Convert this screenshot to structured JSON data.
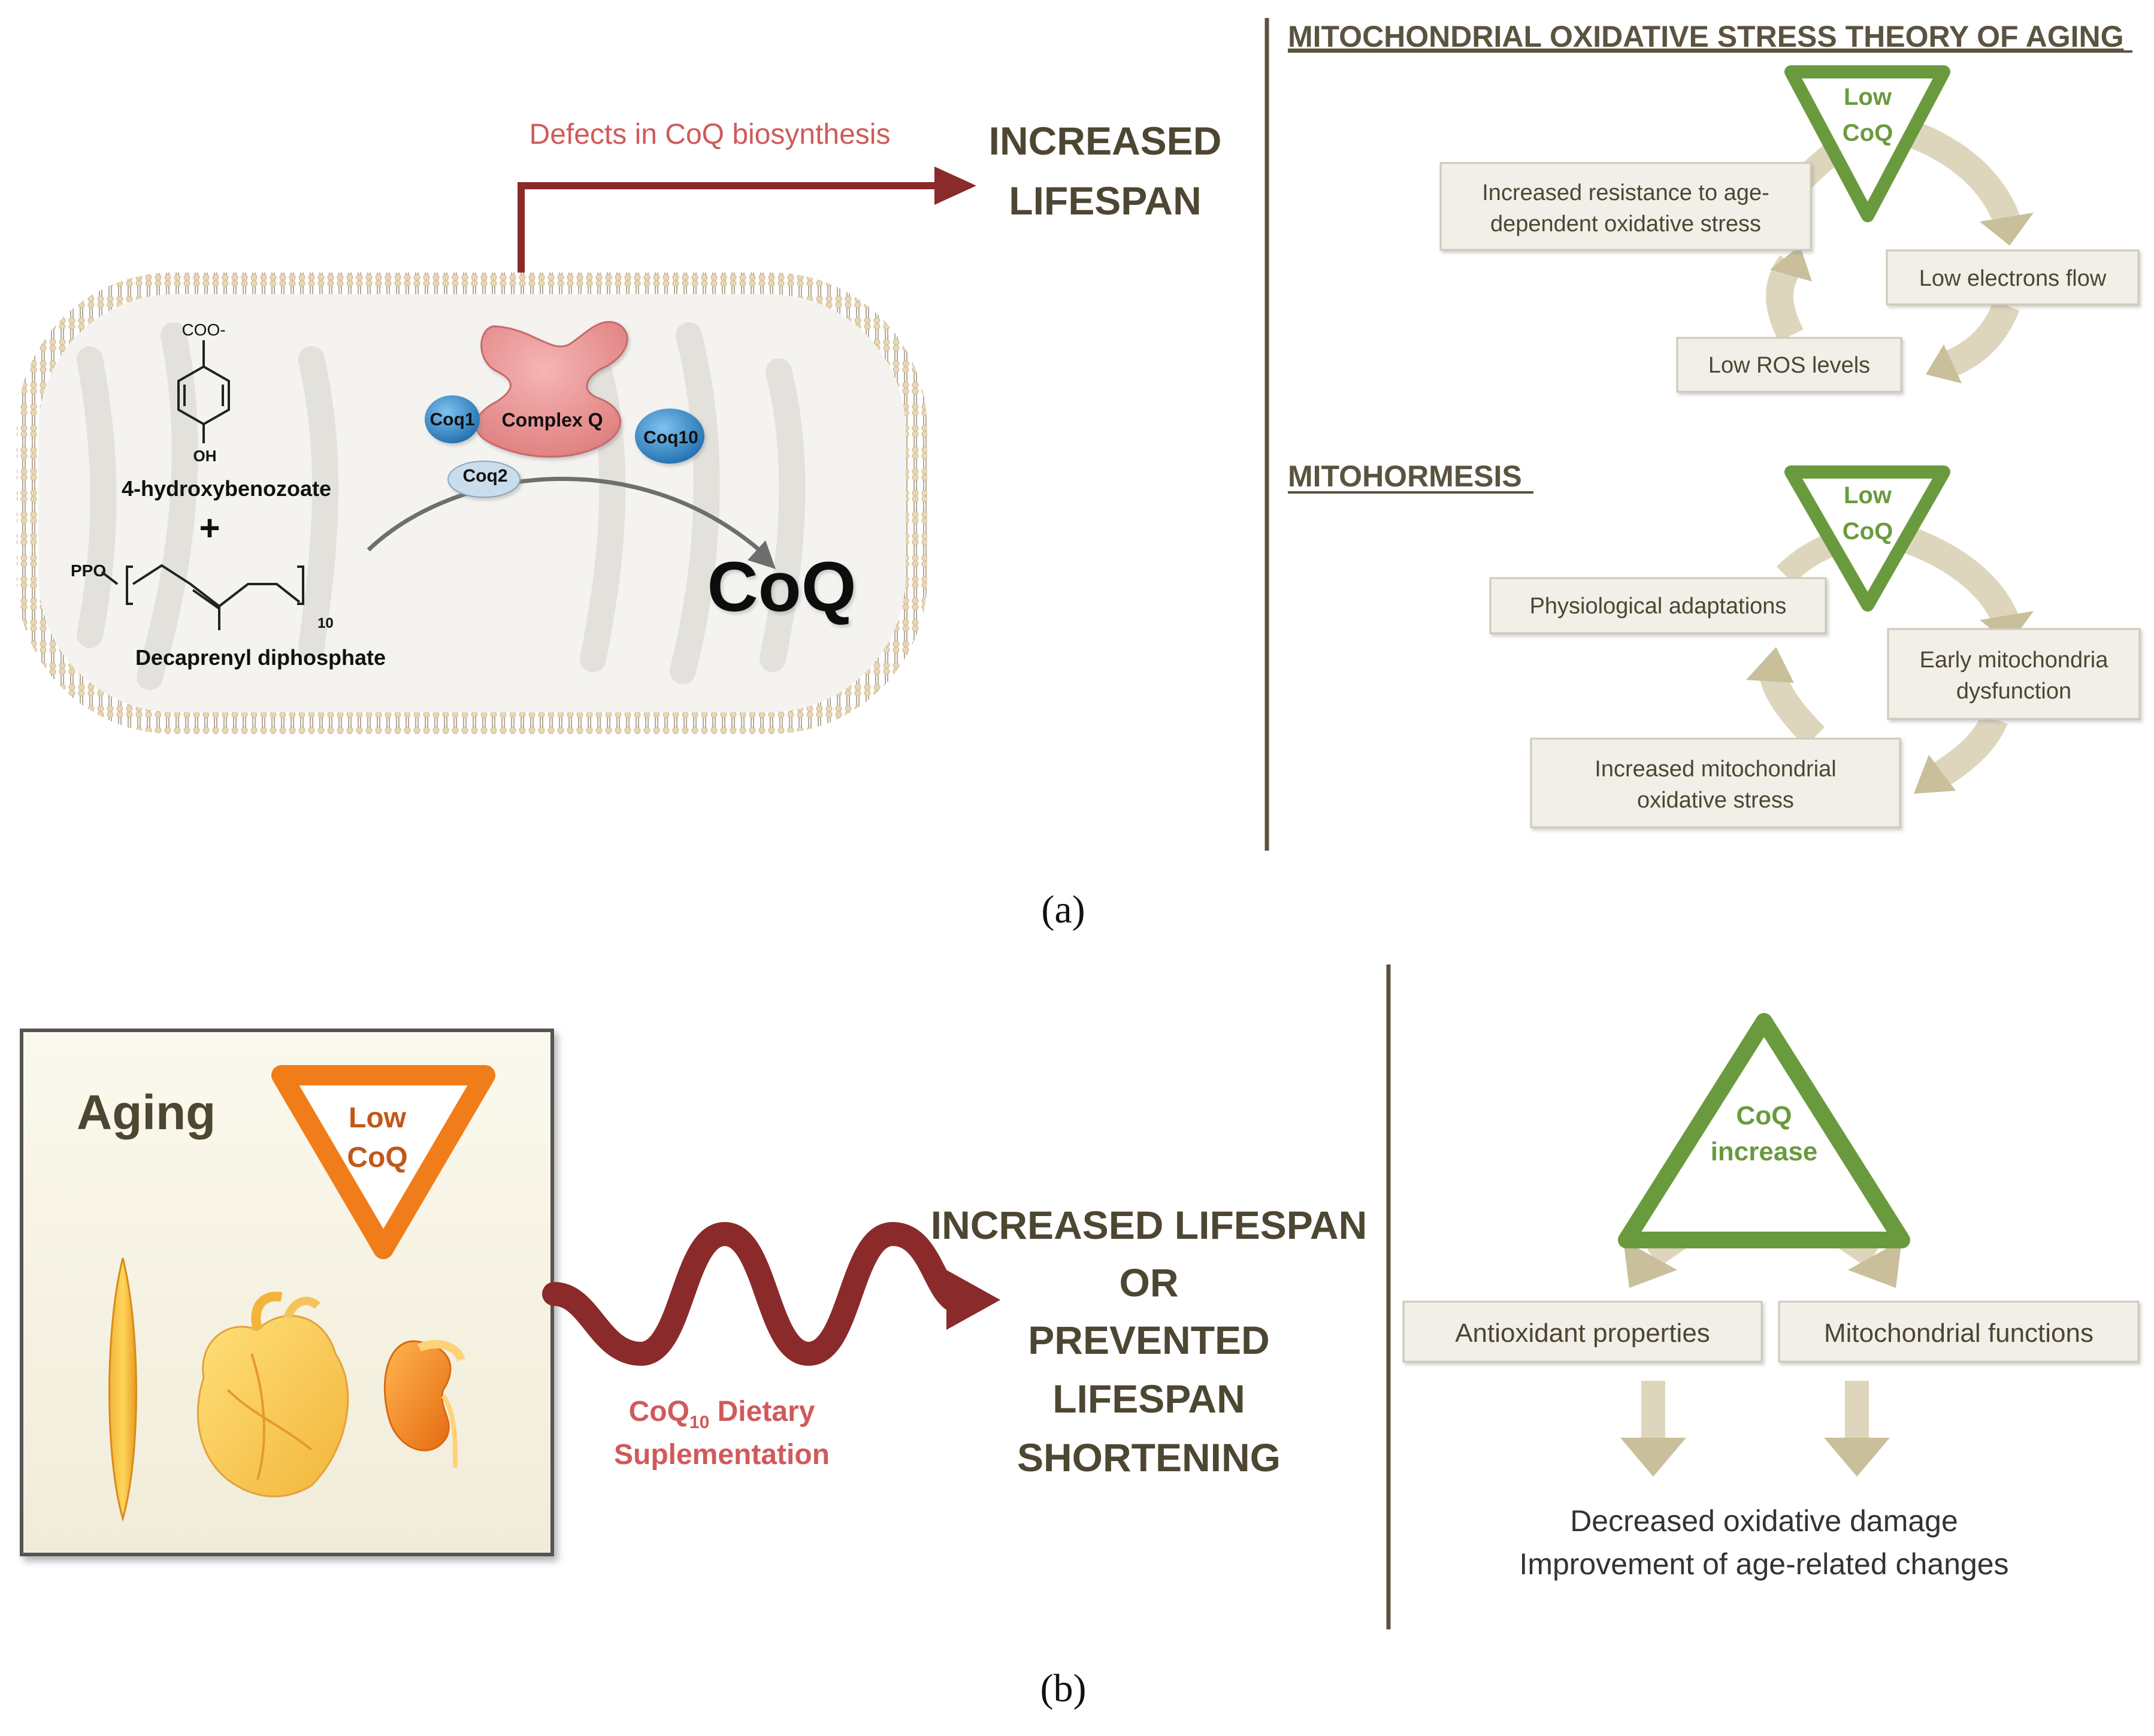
{
  "panel_a": {
    "label": "(a)",
    "defects_label": "Defects in CoQ biosynthesis",
    "outcome_line1": "INCREASED",
    "outcome_line2": "LIFESPAN",
    "cell": {
      "coo_label": "COO-",
      "oh_label": "OH",
      "hb_label": "4-hydroxybenozoate",
      "plus": "+",
      "ppo_label": "PPO",
      "subscript_10": "10",
      "dp_label": "Decaprenyl diphosphate",
      "complex_q_label": "Complex Q",
      "coq1_label": "Coq1",
      "coq2_label": "Coq2",
      "coq10_label": "Coq10",
      "coq_product": "CoQ"
    },
    "theory": {
      "heading": "MITOCHONDRIAL OXIDATIVE STRESS THEORY OF AGING",
      "triangle_line1": "Low",
      "triangle_line2": "CoQ",
      "box1_line1": "Increased resistance to age-",
      "box1_line2": "dependent oxidative stress",
      "box2": "Low electrons flow",
      "box3": "Low ROS levels"
    },
    "mitohormesis": {
      "heading": "MITOHORMESIS",
      "triangle_line1": "Low",
      "triangle_line2": "CoQ",
      "box1": "Physiological adaptations",
      "box2_line1": "Early mitochondria",
      "box2_line2": "dysfunction",
      "box3_line1": "Increased mitochondrial",
      "box3_line2": "oxidative stress"
    }
  },
  "panel_b": {
    "label": "(b)",
    "aging_label": "Aging",
    "triangle_line1": "Low",
    "triangle_line2": "CoQ",
    "supp_line1_a": "CoQ",
    "supp_line1_sub": "10",
    "supp_line1_b": " Dietary",
    "supp_line2": "Suplementation",
    "outcome_lines": [
      "INCREASED LIFESPAN",
      "OR",
      "PREVENTED",
      "LIFESPAN",
      "SHORTENING"
    ],
    "increase_line1": "CoQ",
    "increase_line2": "increase",
    "box_left": "Antioxidant properties",
    "box_right": "Mitochondrial functions",
    "result_line1": "Decreased oxidative damage",
    "result_line2": "Improvement of age-related changes"
  },
  "colors": {
    "dark_red": "#8a2a2a",
    "pink_red": "#d05a5a",
    "olive_text": "#4d4632",
    "green": "#6a9a3e",
    "orange": "#f07d1a",
    "box_fill": "#f1efe8",
    "box_stroke": "#cfc9b9",
    "arrow_fill": "#c9bf9a",
    "cell_fill": "#f3f2ef",
    "protein_pink": "#eb8f8f",
    "coq_blue": "#2d86c6"
  }
}
